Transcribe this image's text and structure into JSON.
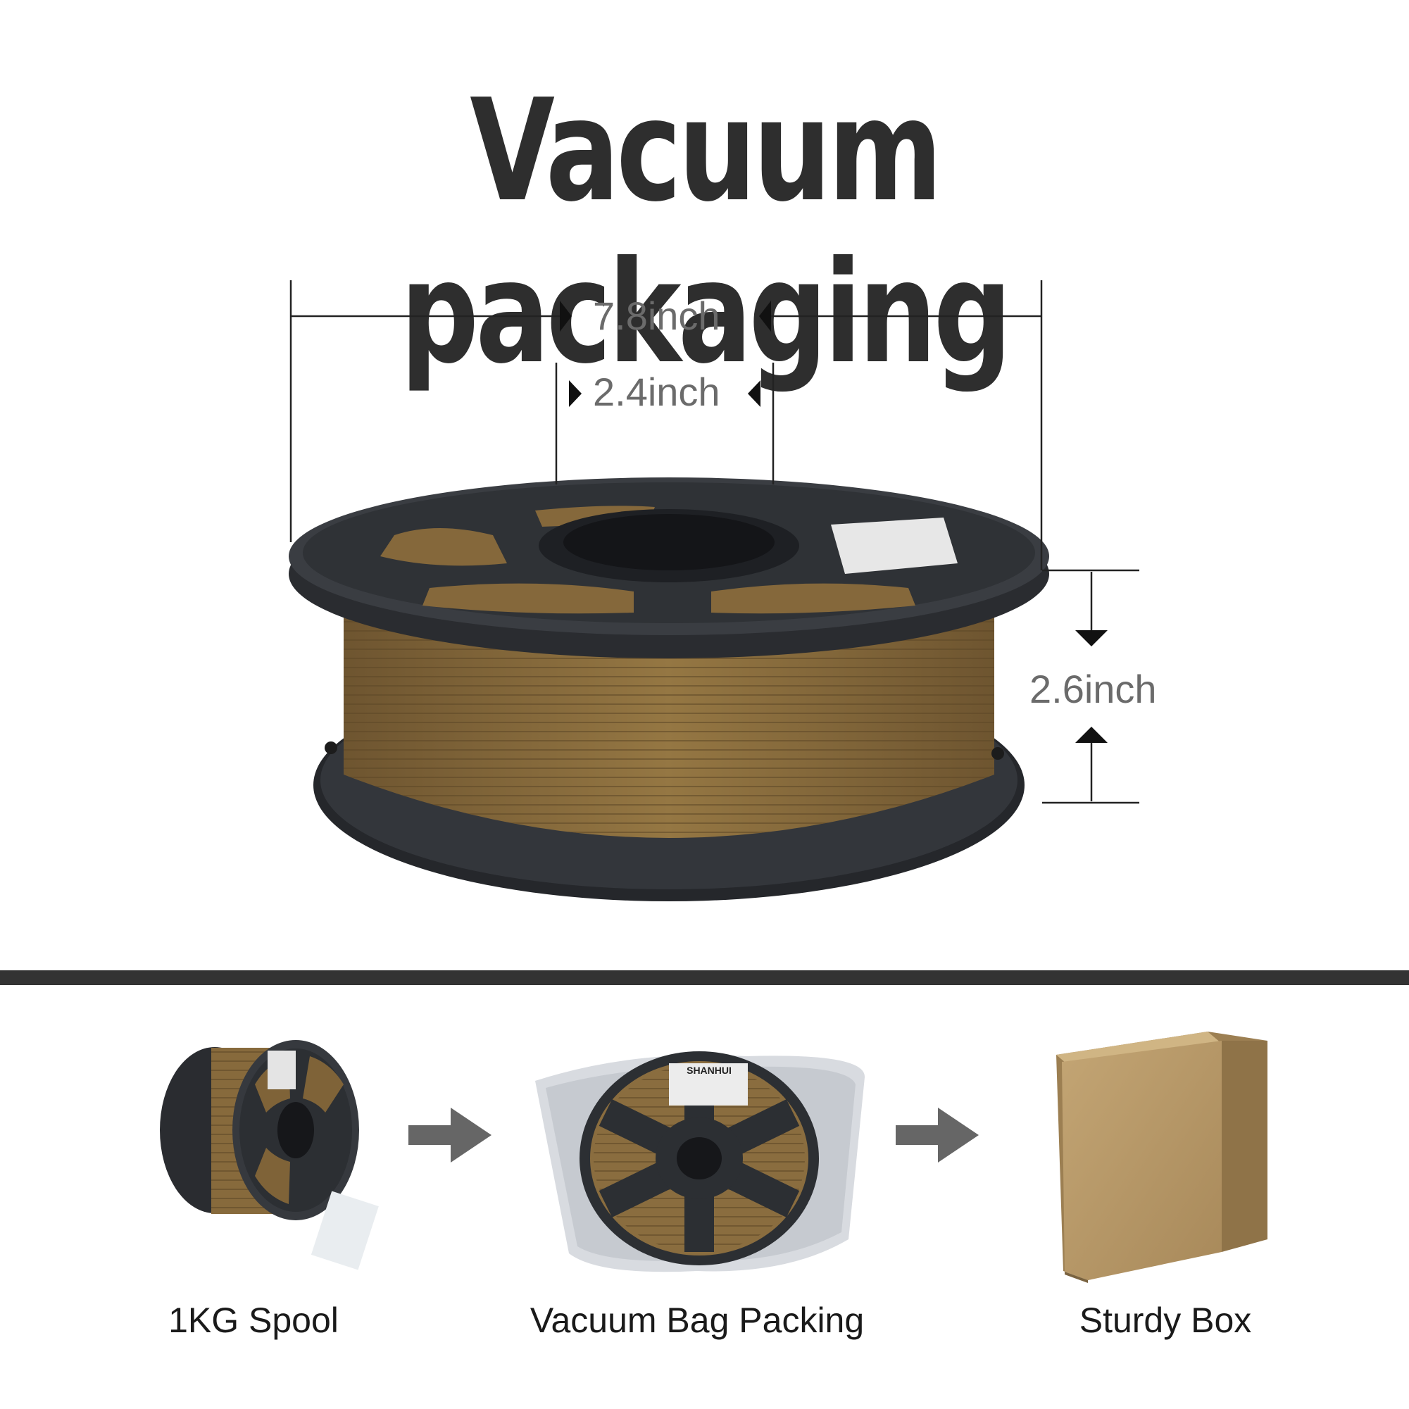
{
  "headline": "Vacuum packaging",
  "dimensions": {
    "outer_diameter": "7.8inch",
    "hub_diameter": "2.4inch",
    "width": "2.6inch"
  },
  "steps": [
    {
      "caption": "1KG Spool",
      "icon": "spool-with-desiccant"
    },
    {
      "caption": "Vacuum Bag Packing",
      "icon": "vacuum-bagged-spool"
    },
    {
      "caption": "Sturdy Box",
      "icon": "cardboard-box"
    }
  ],
  "labels": {
    "brand": "SHANHUI"
  },
  "colors": {
    "headline": "#2e2e2e",
    "filament": "#8a6d3f",
    "spool": "#2a2c30",
    "divider": "#333333",
    "box": "#b89a6a"
  }
}
